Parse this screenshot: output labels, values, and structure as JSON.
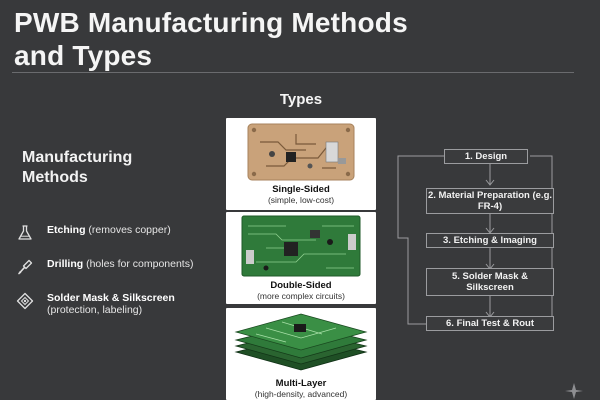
{
  "title_line1": "PWB Manufacturing Methods",
  "title_line2": "and Types",
  "types_heading": "Types",
  "methods_heading_line1": "Manufacturing",
  "methods_heading_line2": "Methods",
  "methods": [
    {
      "icon": "flask-icon",
      "name": "Etching",
      "detail": " (removes copper)"
    },
    {
      "icon": "drill-icon",
      "name": "Drilling",
      "detail": " (holes for components)"
    },
    {
      "icon": "stencil-icon",
      "name": "Solder Mask & Silkscreen",
      "detail": " (protection, labeling)"
    }
  ],
  "types": [
    {
      "name": "Single-Sided",
      "desc": "(simple, low-cost)"
    },
    {
      "name": "Double-Sided",
      "desc": "(more complex circuits)"
    },
    {
      "name": "Multi-Layer",
      "desc": "(high-density, advanced)"
    }
  ],
  "process_steps": [
    {
      "label": "1. Design"
    },
    {
      "label": "2. Material Preparation (e.g. FR-4)"
    },
    {
      "label": "3. Etching & Imaging"
    },
    {
      "label": "5. Solder Mask & Silkscreen"
    },
    {
      "label": "6. Final Test & Rout"
    }
  ],
  "colors": {
    "background": "#38393b",
    "board_tan": "#c9a27a",
    "board_green": "#2f7a3a",
    "step_border": "#9b9c9f"
  }
}
